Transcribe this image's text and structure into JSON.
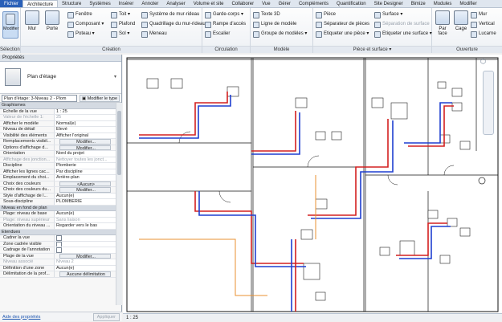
{
  "tabs": [
    {
      "label": "Fichier",
      "kind": "file"
    },
    {
      "label": "Architecture",
      "kind": "active"
    },
    {
      "label": "Structure"
    },
    {
      "label": "Systèmes"
    },
    {
      "label": "Insérer"
    },
    {
      "label": "Annoter"
    },
    {
      "label": "Analyser"
    },
    {
      "label": "Volume et site"
    },
    {
      "label": "Collaborer"
    },
    {
      "label": "Vue"
    },
    {
      "label": "Gérer"
    },
    {
      "label": "Compléments"
    },
    {
      "label": "Quantification"
    },
    {
      "label": "Site Designer"
    },
    {
      "label": "Bimize"
    },
    {
      "label": "Modules"
    },
    {
      "label": "Modifier"
    }
  ],
  "ribbon": {
    "select": {
      "modify_label": "Modifier",
      "group_label": "Sélectionner ▾"
    },
    "build": {
      "mur_label": "Mur",
      "porte_label": "Porte",
      "fenetre": "Fenêtre",
      "composant": "Composant ▾",
      "poteau": "Poteau ▾",
      "toit": "Toit ▾",
      "plafond": "Plafond",
      "sol": "Sol ▾",
      "systeme_mur_rideau": "Système de mur-rideau",
      "quadrillage": "Quadrillage du mur-rideau",
      "meneau": "Meneau",
      "group_label": "Création"
    },
    "circulation": {
      "garde_corps": "Garde-corps ▾",
      "rampe": "Rampe d'accès",
      "escalier": "Escalier",
      "group_label": "Circulation"
    },
    "model": {
      "texte_3d": "Texte 3D",
      "ligne_modele": "Ligne de modèle",
      "groupe_modeles": "Groupe de modèles ▾",
      "group_label": "Modèle"
    },
    "room": {
      "piece": "Pièce",
      "separateur_pieces": "Séparateur de pièces",
      "etiqueter_piece": "Etiqueter une pièce ▾",
      "surface": "Surface ▾",
      "separation_surface": "Séparation de surface",
      "etiqueter_surface": "Etiqueter une surface ▾",
      "group_label": "Pièce et surface ▾"
    },
    "opening": {
      "par_face": "Par face",
      "cage": "Cage",
      "mur": "Mur",
      "vertical": "Vertical",
      "lucarne": "Lucarne",
      "group_label": "Ouverture"
    }
  },
  "properties": {
    "title": "Propriétés",
    "type_name": "Plan d'étage",
    "instance": "Plan d'étage: 3-Niveau 2 - Plom",
    "edit_type": "Modifier le type",
    "sections": [
      {
        "name": "Graphismes",
        "rows": [
          {
            "k": "Echelle de la vue",
            "v": "1 : 25"
          },
          {
            "k": "Valeur de l'échelle   1:",
            "v": "25",
            "dim": true
          },
          {
            "k": "Afficher le modèle",
            "v": "Normal(e)"
          },
          {
            "k": "Niveau de détail",
            "v": "Elevé"
          },
          {
            "k": "Visibilité des éléments",
            "v": "Afficher l'original"
          },
          {
            "k": "Remplacements visibil...",
            "v": "Modifier...",
            "btn": true
          },
          {
            "k": "Options d'affichage d...",
            "v": "Modifier...",
            "btn": true
          },
          {
            "k": "Orientation",
            "v": "Nord du projet"
          },
          {
            "k": "Affichage des jonction...",
            "v": "Nettoyer toutes les jonct...",
            "dim": true
          },
          {
            "k": "Discipline",
            "v": "Plomberie"
          },
          {
            "k": "Afficher les lignes cac...",
            "v": "Par discipline"
          },
          {
            "k": "Emplacement du choi...",
            "v": "Arrière-plan"
          },
          {
            "k": "Choix des couleurs",
            "v": "<Aucun>",
            "btn": true
          },
          {
            "k": "Choix des couleurs du...",
            "v": "Modifier...",
            "btn": true
          },
          {
            "k": "Style d'affichage de l...",
            "v": "Aucun(e)"
          },
          {
            "k": "Sous-discipline",
            "v": "PLOMBERIE"
          }
        ]
      },
      {
        "name": "Niveau en fond de plan",
        "rows": [
          {
            "k": "Plage: niveau de base",
            "v": "Aucun(e)"
          },
          {
            "k": "Plage: niveau supérieur",
            "v": "Sans liaison",
            "dim": true
          },
          {
            "k": "Orientation du niveau ...",
            "v": "Regarder vers le bas"
          }
        ]
      },
      {
        "name": "Etendues",
        "rows": [
          {
            "k": "Cadrer la vue",
            "v": "",
            "chk": true
          },
          {
            "k": "Zone cadrée visible",
            "v": "",
            "chk": true
          },
          {
            "k": "Cadrage de l'annotation",
            "v": "",
            "chk": true
          },
          {
            "k": "Plage de la vue",
            "v": "Modifier...",
            "btn": true
          },
          {
            "k": "Niveau associé",
            "v": "Niveau 2",
            "dim": true
          },
          {
            "k": "Définition d'une zone",
            "v": "Aucun(e)"
          },
          {
            "k": "Délimitation de la prof...",
            "v": "Aucune délimitation",
            "btn": true
          }
        ]
      }
    ],
    "help_link": "Aide des propriétés",
    "apply": "Appliquer"
  },
  "view": {
    "scale": "1 : 25"
  }
}
